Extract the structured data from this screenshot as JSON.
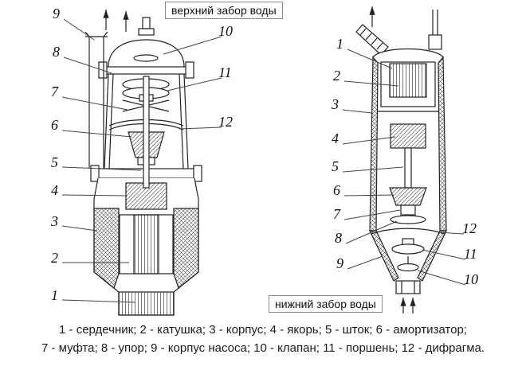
{
  "labels": {
    "top_intake": "верхний забор воды",
    "bottom_intake": "нижний забор воды"
  },
  "callouts": {
    "left_diagram": [
      "9",
      "8",
      "7",
      "6",
      "5",
      "4",
      "3",
      "2",
      "1",
      "10",
      "11",
      "12"
    ],
    "right_diagram": [
      "1",
      "2",
      "3",
      "4",
      "5",
      "6",
      "7",
      "8",
      "9",
      "12",
      "11",
      "10"
    ]
  },
  "legend": {
    "line1": "1 - сердечник; 2 - катушка; 3 - корпус; 4 - якорь; 5 - шток; 6 - амортизатор;",
    "line2": "7 - муфта; 8 - упор; 9 - корпус насоса; 10 - клапан; 11 - поршень; 12 - дифрагма."
  }
}
